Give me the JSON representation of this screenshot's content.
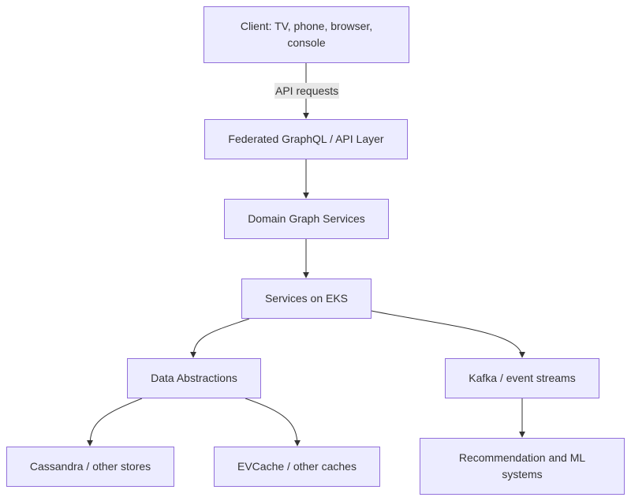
{
  "nodes": {
    "client": "Client: TV, phone, browser, console",
    "api_layer": "Federated GraphQL / API Layer",
    "domain_graph": "Domain Graph Services",
    "eks": "Services on EKS",
    "data_abstractions": "Data Abstractions",
    "kafka": "Kafka / event streams",
    "cassandra": "Cassandra / other stores",
    "evcache": "EVCache / other caches",
    "recommendation": "Recommendation and ML systems"
  },
  "edges": {
    "client_to_api": "API requests"
  },
  "colors": {
    "node_fill": "#ececff",
    "node_border": "#9370db",
    "edge": "#333333",
    "label_bg": "#e8e8e8"
  }
}
